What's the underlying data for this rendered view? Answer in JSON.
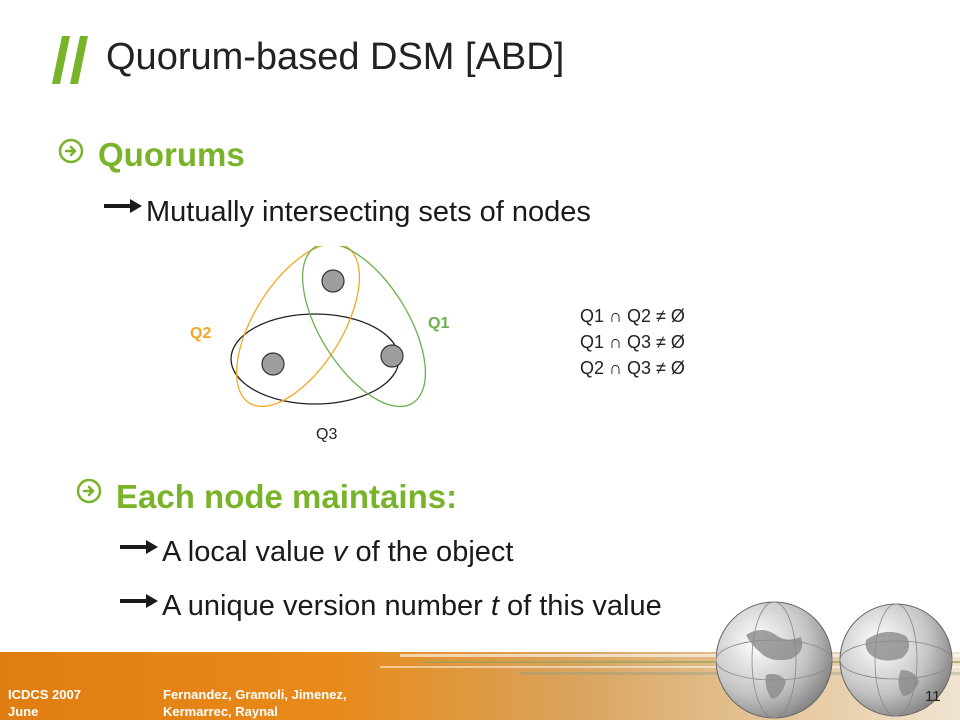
{
  "slide": {
    "title": "Quorum-based DSM [ABD]",
    "section1": {
      "heading": "Quorums",
      "sub1": "Mutually intersecting sets of nodes"
    },
    "diagram": {
      "label_q1": "Q1",
      "label_q2": "Q2",
      "label_q3": "Q3",
      "eq1": "Q1 ∩ Q2 ≠ Ø",
      "eq2": "Q1 ∩ Q3 ≠ Ø",
      "eq3": "Q2 ∩ Q3 ≠ Ø",
      "colors": {
        "q1": "#6ab04c",
        "q2": "#f5a623",
        "q3": "#222222",
        "node": "#9e9e9e"
      }
    },
    "section2": {
      "heading": "Each node maintains:",
      "sub1_before": "A local value ",
      "sub1_var": "v",
      "sub1_after": " of the object",
      "sub2_before": "A unique version number ",
      "sub2_var": "t",
      "sub2_after": " of this value"
    },
    "footer": {
      "conf_line1": "ICDCS 2007",
      "conf_line2": "June",
      "authors_line1": "Fernandez, Gramoli, Jimenez,",
      "authors_line2": "Kermarrec, Raynal",
      "page_number": "11"
    },
    "accent_color": "#79b329"
  }
}
